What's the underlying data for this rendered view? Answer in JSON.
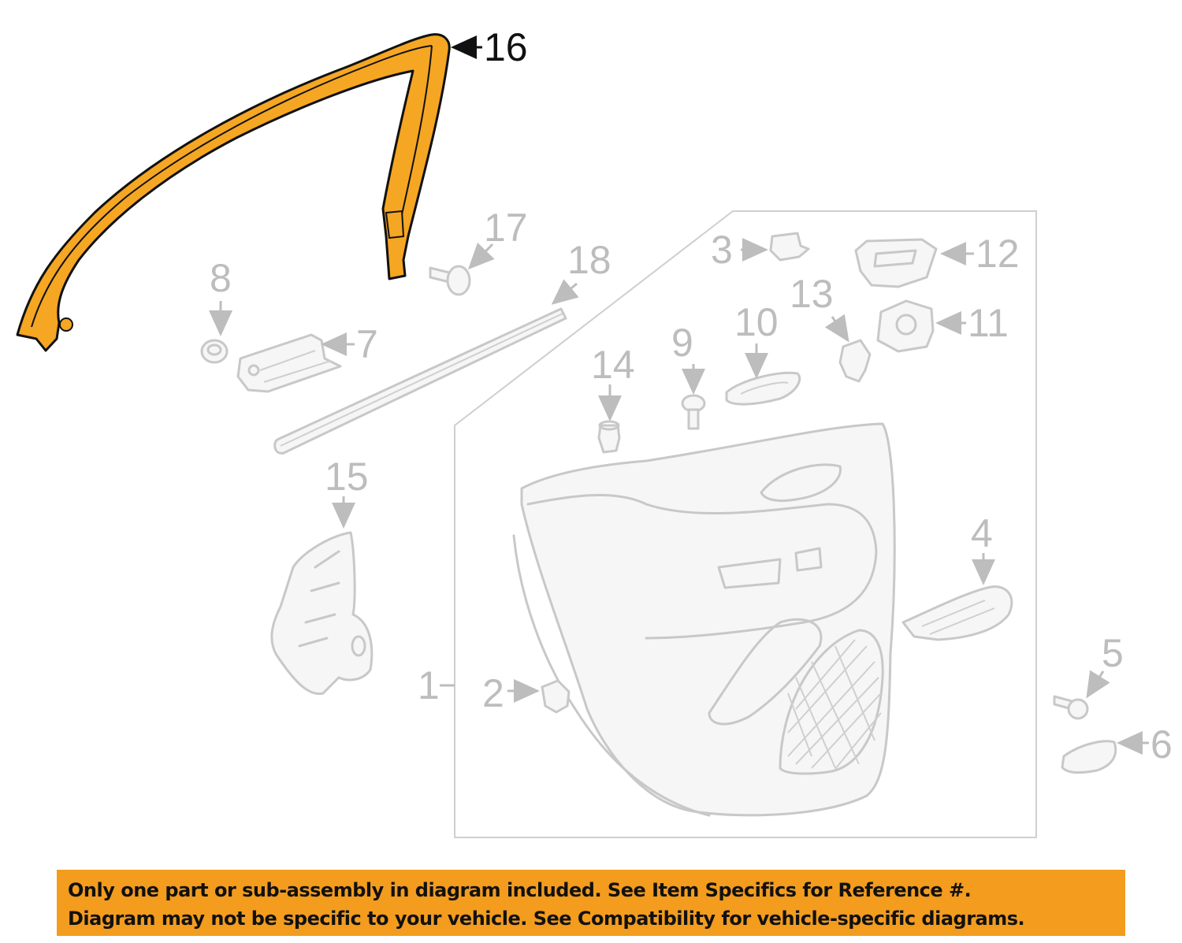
{
  "highlight_color": "#f5a623",
  "banner_color": "#f39c1e",
  "callouts": {
    "c1": "1",
    "c2": "2",
    "c3": "3",
    "c4": "4",
    "c5": "5",
    "c6": "6",
    "c7": "7",
    "c8": "8",
    "c9": "9",
    "c10": "10",
    "c11": "11",
    "c12": "12",
    "c13": "13",
    "c14": "14",
    "c15": "15",
    "c16": "16",
    "c17": "17",
    "c18": "18"
  },
  "highlighted_part": "16",
  "banner": {
    "line1": "Only one part or sub-assembly in diagram included. See Item Specifics for Reference #.",
    "line2": "Diagram may not be specific to your vehicle. See Compatibility for vehicle-specific diagrams."
  }
}
